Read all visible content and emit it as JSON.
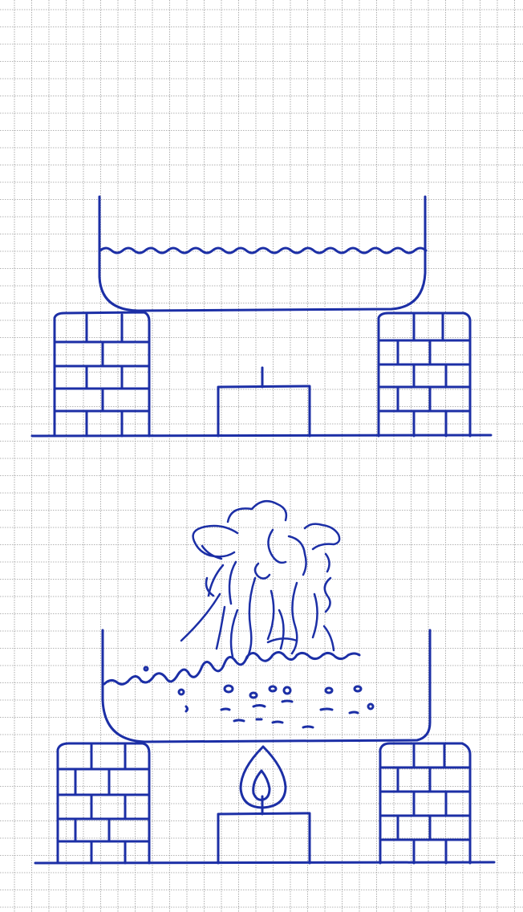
{
  "page": {
    "paper_background": "#ffffff",
    "grid_color": "#9a9a9a",
    "ink_color": "#1c2fa6"
  },
  "scenes": [
    {
      "id": "cold",
      "elements": [
        "pot",
        "water-surface",
        "left-brick-pillar",
        "right-brick-pillar",
        "unlit-candle",
        "ground-line"
      ]
    },
    {
      "id": "boiling",
      "elements": [
        "pot",
        "boiling-water-surface",
        "bubbles",
        "steam",
        "left-brick-pillar",
        "right-brick-pillar",
        "lit-candle",
        "flame",
        "ground-line"
      ]
    }
  ]
}
